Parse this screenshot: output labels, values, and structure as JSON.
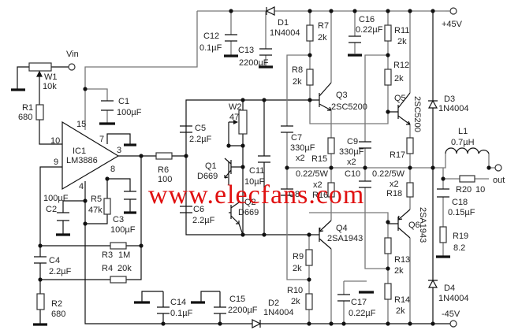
{
  "watermark": "www.elecfans.com",
  "terminals": {
    "vin": "Vin",
    "vpos": "+45V",
    "vneg": "-45V",
    "out": "out"
  },
  "ic1": {
    "ref": "IC1",
    "part": "LM3886",
    "pins": {
      "p15": "15",
      "p10": "10",
      "p9": "9",
      "p7": "7",
      "p3": "3",
      "p8": "8",
      "p4": "4"
    }
  },
  "W1": {
    "ref": "W1",
    "value": "10k"
  },
  "W2": {
    "ref": "W2",
    "value": "47"
  },
  "R1": {
    "ref": "R1",
    "value": "680"
  },
  "R2": {
    "ref": "R2",
    "value": "680"
  },
  "R3": {
    "ref": "R3",
    "value": "1M"
  },
  "R4": {
    "ref": "R4",
    "value": "20k"
  },
  "R5": {
    "ref": "R5",
    "value": "47k"
  },
  "R6": {
    "ref": "R6",
    "value": "100"
  },
  "R7": {
    "ref": "R7",
    "value": "2k"
  },
  "R8": {
    "ref": "R8",
    "value": "2k"
  },
  "R9": {
    "ref": "R9",
    "value": "2k"
  },
  "R10": {
    "ref": "R10",
    "value": "2k"
  },
  "R11": {
    "ref": "R11",
    "value": "2k"
  },
  "R12": {
    "ref": "R12",
    "value": "2k"
  },
  "R13": {
    "ref": "R13",
    "value": "2k"
  },
  "R14": {
    "ref": "R14",
    "value": "2k"
  },
  "R15": {
    "ref": "R15"
  },
  "R16": {
    "ref": "R16"
  },
  "R17": {
    "ref": "R17"
  },
  "R18": {
    "ref": "R18"
  },
  "R15_16_value": {
    "value": "0.22/5W",
    "mult": "x2"
  },
  "R17_18_value": {
    "value": "0.22/5W",
    "mult": "x2"
  },
  "R19": {
    "ref": "R19",
    "value": "8.2"
  },
  "R20": {
    "ref": "R20",
    "value": "10"
  },
  "C1": {
    "ref": "C1",
    "value": "100µF"
  },
  "C2": {
    "ref": "C2",
    "value": "100µF"
  },
  "C3": {
    "ref": "C3",
    "value": "100µF"
  },
  "C4": {
    "ref": "C4",
    "value": "2.2µF"
  },
  "C5": {
    "ref": "C5",
    "value": "2.2µF"
  },
  "C6": {
    "ref": "C6",
    "value": "2.2µF"
  },
  "C7": {
    "ref": "C7",
    "value": "330µF",
    "mult": "x2"
  },
  "C8": {
    "ref": "C8"
  },
  "C9": {
    "ref": "C9",
    "value": "330µF",
    "mult": "x2"
  },
  "C10": {
    "ref": "C10"
  },
  "C11": {
    "ref": "C11",
    "value": "10µF"
  },
  "C12": {
    "ref": "C12",
    "value": "0.1µF"
  },
  "C13": {
    "ref": "C13",
    "value": "2200µF"
  },
  "C14": {
    "ref": "C14",
    "value": "0.1µF"
  },
  "C15": {
    "ref": "C15",
    "value": "2200µF"
  },
  "C16": {
    "ref": "C16",
    "value": "0.22µF"
  },
  "C17": {
    "ref": "C17",
    "value": "0.22µF"
  },
  "C18": {
    "ref": "C18",
    "value": "0.15µF"
  },
  "D1": {
    "ref": "D1",
    "value": "1N4004"
  },
  "D2": {
    "ref": "D2",
    "value": "1N4004"
  },
  "D3": {
    "ref": "D3",
    "value": "1N4004"
  },
  "D4": {
    "ref": "D4",
    "value": "1N4004"
  },
  "L1": {
    "ref": "L1",
    "value": "0.7µH"
  },
  "Q1": {
    "ref": "Q1",
    "part": "D669"
  },
  "Q2": {
    "ref": "Q2",
    "part": "D669"
  },
  "Q3": {
    "ref": "Q3",
    "part": "2SC5200"
  },
  "Q4": {
    "ref": "Q4",
    "part": "2SA1943"
  },
  "Q5": {
    "ref": "Q5",
    "part": "2SC5200"
  },
  "Q6": {
    "ref": "Q6",
    "part": "2SA1943"
  }
}
